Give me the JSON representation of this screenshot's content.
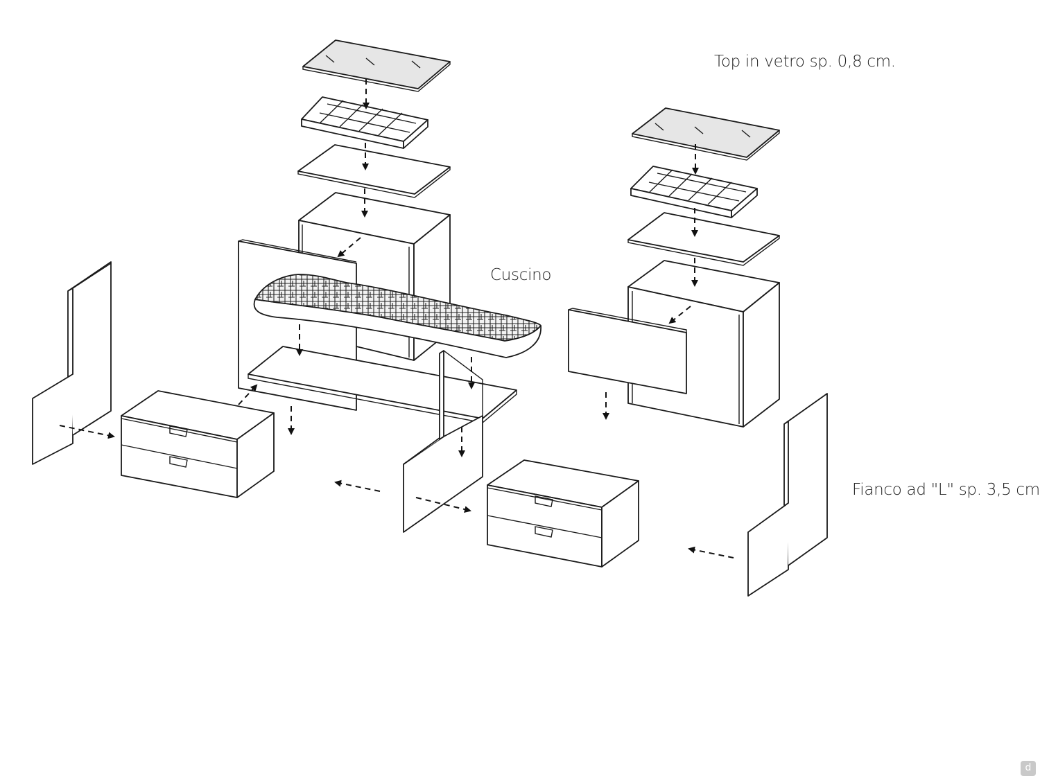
{
  "labels": {
    "glass_top": "Top in vetro sp. 0,8 cm.",
    "cushion": "Cuscino",
    "l_side": "Fianco ad \"L\" sp. 3,5 cm."
  },
  "watermark": "d"
}
